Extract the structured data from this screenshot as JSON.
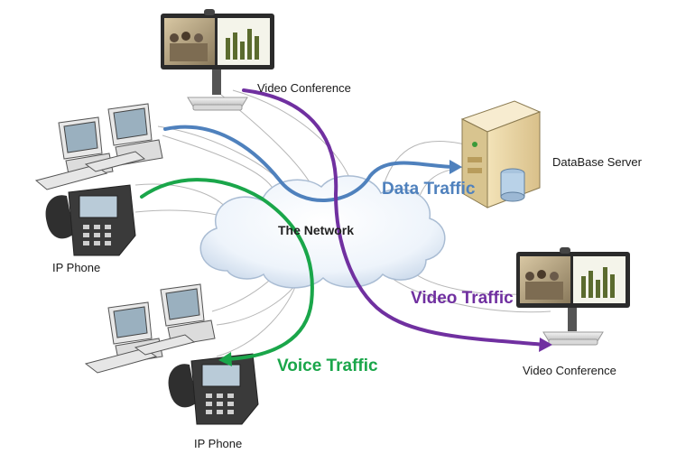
{
  "diagram": {
    "cloud_label": "The Network",
    "nodes": {
      "video_top": "Video Conference",
      "database": "DataBase Server",
      "ip_phone_top": "IP Phone",
      "ip_phone_bottom": "IP Phone",
      "video_bottom": "Video Conference"
    },
    "traffic": {
      "data": {
        "label": "Data Traffic",
        "color": "#4f81bd"
      },
      "video": {
        "label": "Video Traffic",
        "color": "#7030a0"
      },
      "voice": {
        "label": "Voice Traffic",
        "color": "#1aa64a"
      }
    },
    "icons": [
      "video-conference-icon",
      "workstation-icon",
      "ip-phone-icon",
      "database-server-icon",
      "network-cloud-icon"
    ]
  }
}
